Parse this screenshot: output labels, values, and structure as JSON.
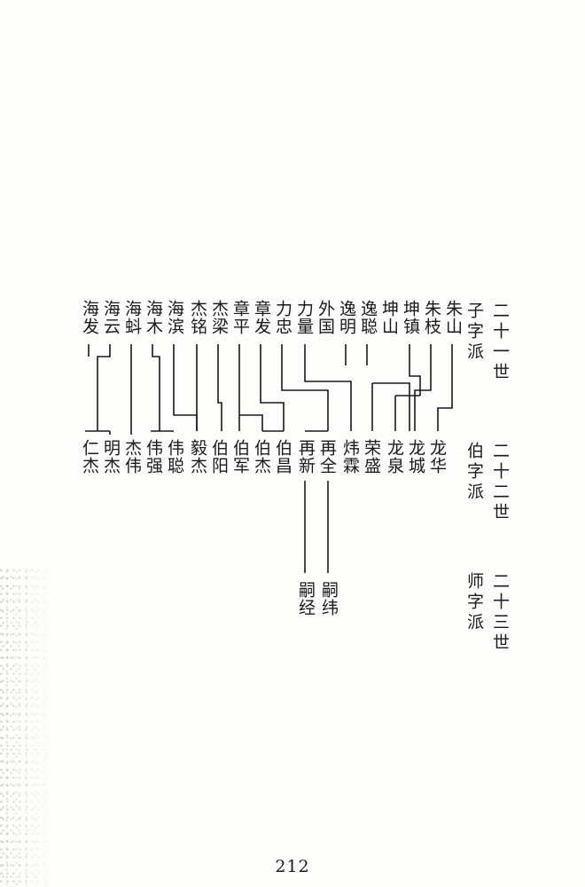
{
  "generations": [
    {
      "generation": "二十一世",
      "pai": "子字派"
    },
    {
      "generation": "二十二世",
      "pai": "伯字派"
    },
    {
      "generation": "二十三世",
      "pai": "师字派"
    }
  ],
  "row21": [
    "海发",
    "海云",
    "海蚪",
    "海木",
    "海滨",
    "杰铭",
    "杰梁",
    "章平",
    "章发",
    "力忠",
    "力量",
    "外国",
    "逸明",
    "逸聪",
    "坤山",
    "坤镇",
    "朱枝",
    "朱山"
  ],
  "row22": [
    "仁杰",
    "明杰",
    "杰伟",
    "伟强",
    "伟聪",
    "毅杰",
    "伯阳",
    "伯军",
    "伯杰",
    "伯昌",
    "再新",
    "再全",
    "炜霖",
    "荣盛",
    "龙泉",
    "龙城",
    "龙华"
  ],
  "row23": [
    "嗣经",
    "嗣纬"
  ],
  "page_number": "212"
}
